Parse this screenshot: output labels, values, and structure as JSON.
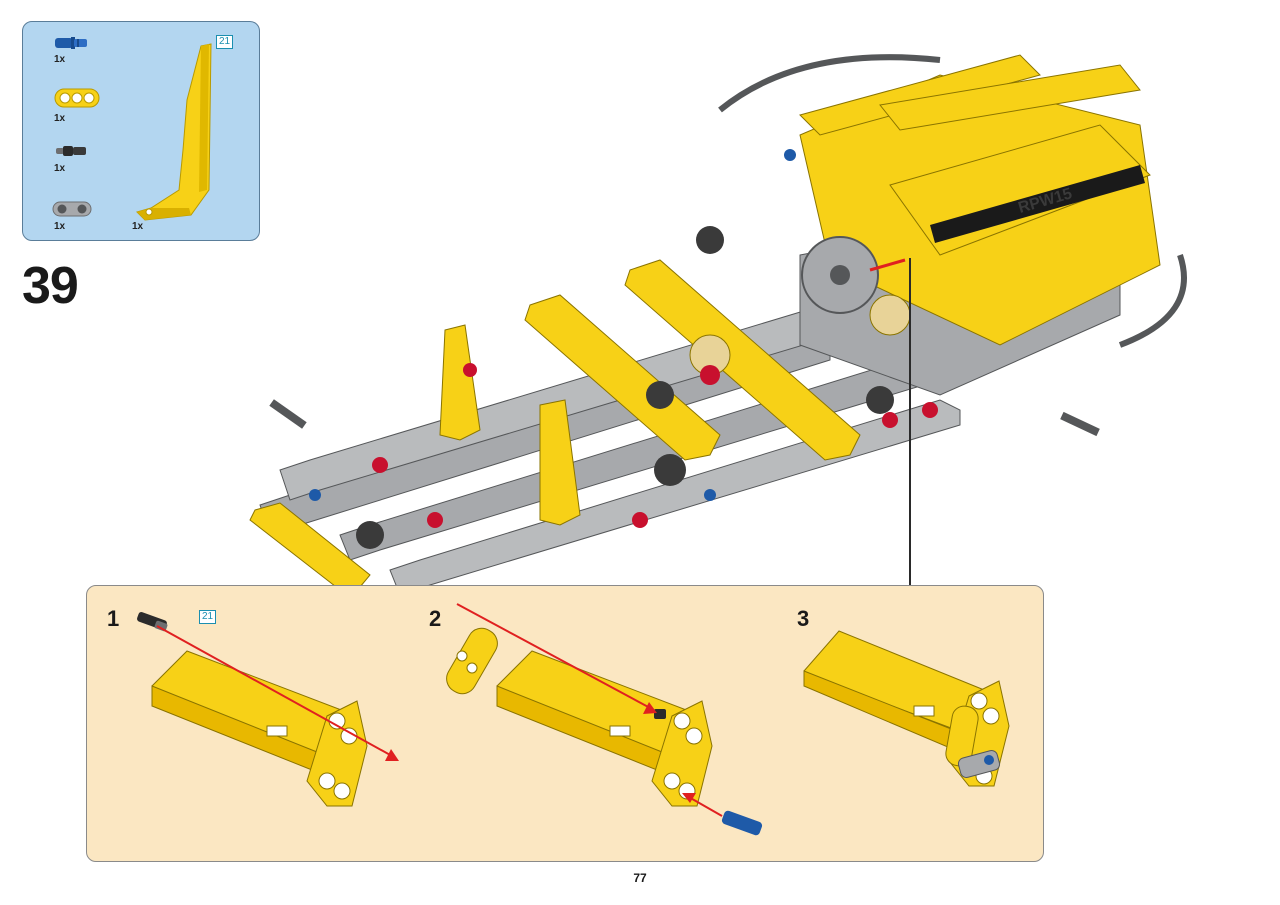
{
  "parts_list": {
    "items": [
      {
        "name": "blue-axle-pin",
        "quantity": "1x"
      },
      {
        "name": "yellow-beam-3",
        "quantity": "1x"
      },
      {
        "name": "black-pin-with-bush",
        "quantity": "1x"
      },
      {
        "name": "grey-connector",
        "quantity": "1x"
      },
      {
        "name": "yellow-panel",
        "quantity": "1x"
      }
    ],
    "panel_ref": "21"
  },
  "step": {
    "number": "39"
  },
  "model": {
    "logo_text": "RPW15"
  },
  "sub_assembly": {
    "steps": [
      {
        "number": "1",
        "ref": "21"
      },
      {
        "number": "2"
      },
      {
        "number": "3"
      }
    ]
  },
  "colors": {
    "parts_panel_bg": "#b3d6f0",
    "sub_panel_bg": "#fbe7c2",
    "lego_yellow": "#f7d117",
    "lego_grey": "#a7a9ac",
    "lego_dark_grey": "#555759",
    "lego_red": "#c8102e",
    "lego_blue": "#1e5aa8",
    "arrow_red": "#e02020"
  },
  "page": {
    "number": "77"
  }
}
